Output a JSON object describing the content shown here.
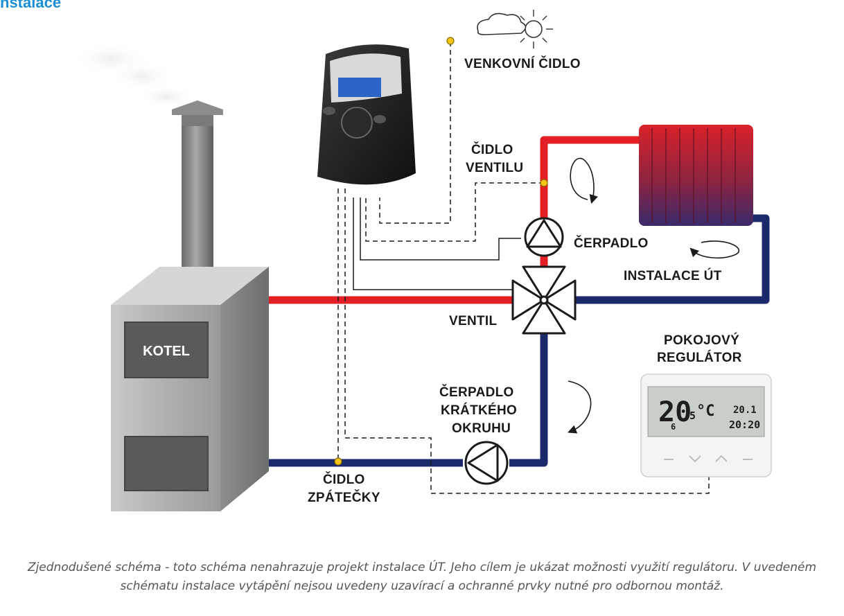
{
  "header_fragment": "nstalace",
  "labels": {
    "outdoor_sensor": "VENKOVNÍ ČIDLO",
    "valve_sensor_line1": "ČIDLO",
    "valve_sensor_line2": "VENTILU",
    "pump": "ČERPADLO",
    "installation": "INSTALACE ÚT",
    "valve": "VENTIL",
    "boiler": "KOTEL",
    "room_regulator_line1": "POKOJOVÝ",
    "room_regulator_line2": "REGULÁTOR",
    "short_pump_line1": "ČERPADLO",
    "short_pump_line2": "KRÁTKÉHO",
    "short_pump_line3": "OKRUHU",
    "return_sensor_line1": "ČIDLO",
    "return_sensor_line2": "ZPÁTEČKY"
  },
  "room_regulator_display": {
    "temperature": "20",
    "temperature_decimal": "5",
    "unit": "°C",
    "setpoint": "20.1",
    "time": "20:20",
    "day": "6"
  },
  "caption": {
    "line1": "Zjednodušené schéma - toto schéma nenahrazuje projekt instalace ÚT. Jeho cílem je ukázat možnosti využití regulátoru. V uvedeném",
    "line2": "schématu instalace vytápění nejsou uvedeny uzavírací a ochranné prvky nutné pro odbornou montáž."
  },
  "colors": {
    "supply_pipe": "#e31e24",
    "return_pipe": "#1b2a6b",
    "sensor_dot": "#f5c518",
    "header_accent": "#1b8fd6"
  }
}
